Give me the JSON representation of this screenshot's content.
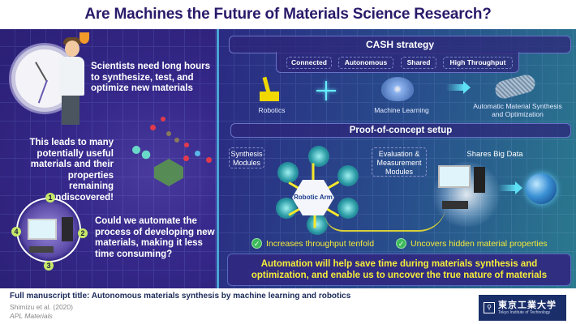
{
  "title": "Are Machines the Future of Materials Science Research?",
  "left_panel": {
    "text1": "Scientists need long hours to synthesize, test, and optimize new materials",
    "text2": "This leads to many potentially useful materials and their properties remaining undiscovered!",
    "text3": "Could we automate the process of developing new materials, making it less time consuming?",
    "cycle_numbers": [
      "1",
      "2",
      "3",
      "4"
    ]
  },
  "cash": {
    "title": "CASH strategy",
    "pills": [
      "Connected",
      "Autonomous",
      "Shared",
      "High Throughput"
    ],
    "items": [
      "Robotics",
      "Machine Learning",
      "Automatic Material Synthesis and Optimization"
    ]
  },
  "proof": {
    "title": "Proof-of-concept setup",
    "synthesis_label": "Synthesis Modules",
    "evaluation_label": "Evaluation & Measurement Modules",
    "hub_label": "Robotic Arm",
    "shares_label": "Shares Big Data",
    "benefits": [
      "Increases throughput tenfold",
      "Uncovers hidden material properties"
    ]
  },
  "summary": "Automation will help save time during materials synthesis and optimization, and enable us to uncover the true nature of materials",
  "footer": {
    "manuscript": "Full manuscript title: Autonomous materials synthesis by machine learning and robotics",
    "authors": "Shimizu et al. (2020)",
    "journal": "APL Materials",
    "logo_jp": "東京工業大学",
    "logo_en": "Tokyo Institute of Technology"
  },
  "colors": {
    "title": "#2a1a6a",
    "left_bg": "#35288a",
    "right_bg_start": "#2a2a82",
    "right_bg_end": "#2a7a8e",
    "accent_yellow": "#f6ec3a",
    "divider": "#4aa6d6",
    "check_green": "#3cba5a",
    "logo_bg": "#1a2f6a"
  }
}
